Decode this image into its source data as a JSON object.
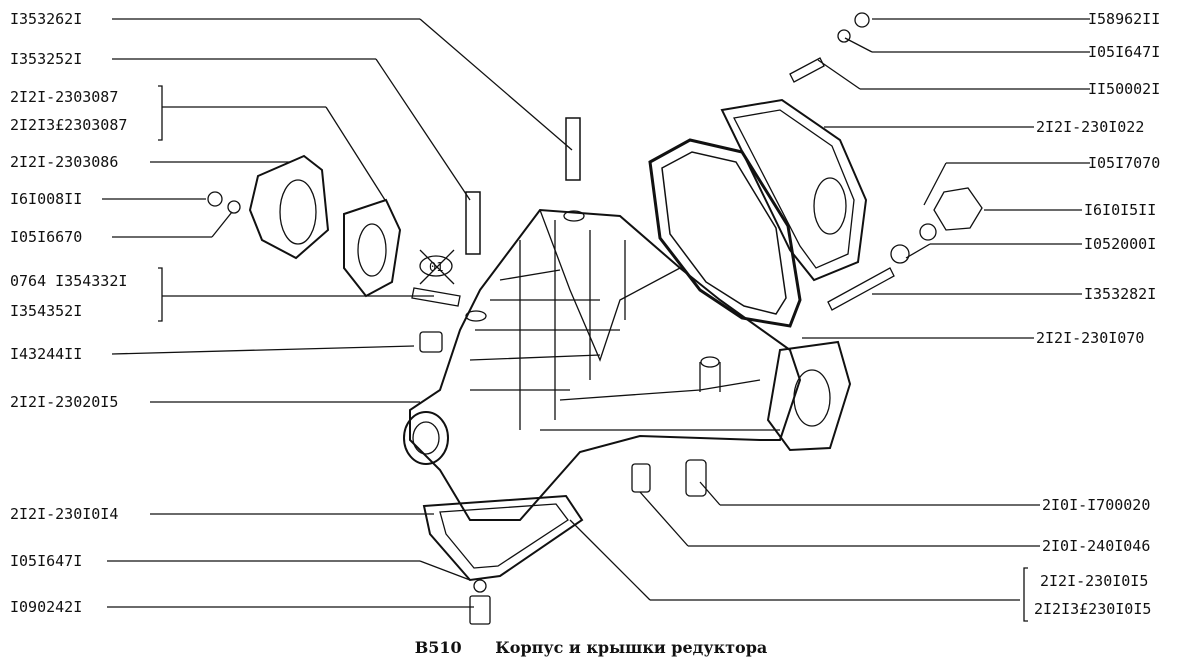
{
  "caption": {
    "code": "В510",
    "title": "Корпус и крышки редуктора"
  },
  "left_labels": [
    "I353262I",
    "I353252I",
    "2I2I-2303087",
    "2I2I3£2303087",
    "2I2I-2303086",
    "I6I008II",
    "I05I6670",
    "0764 I354332I",
    "I354352I",
    "I43244II",
    "2I2I-23020I5",
    "2I2I-230I0I4",
    "I05I647I",
    "I090242I"
  ],
  "right_labels": [
    "I58962II",
    "I05I647I",
    "II50002I",
    "2I2I-230I022",
    "I05I7070",
    "I6I0I5II",
    "I052000I",
    "I353282I",
    "2I2I-230I070",
    "2I0I-I700020",
    "2I0I-240I046",
    "2I2I-230I0I5",
    "2I2I3£230I0I5"
  ],
  "callout": "01"
}
